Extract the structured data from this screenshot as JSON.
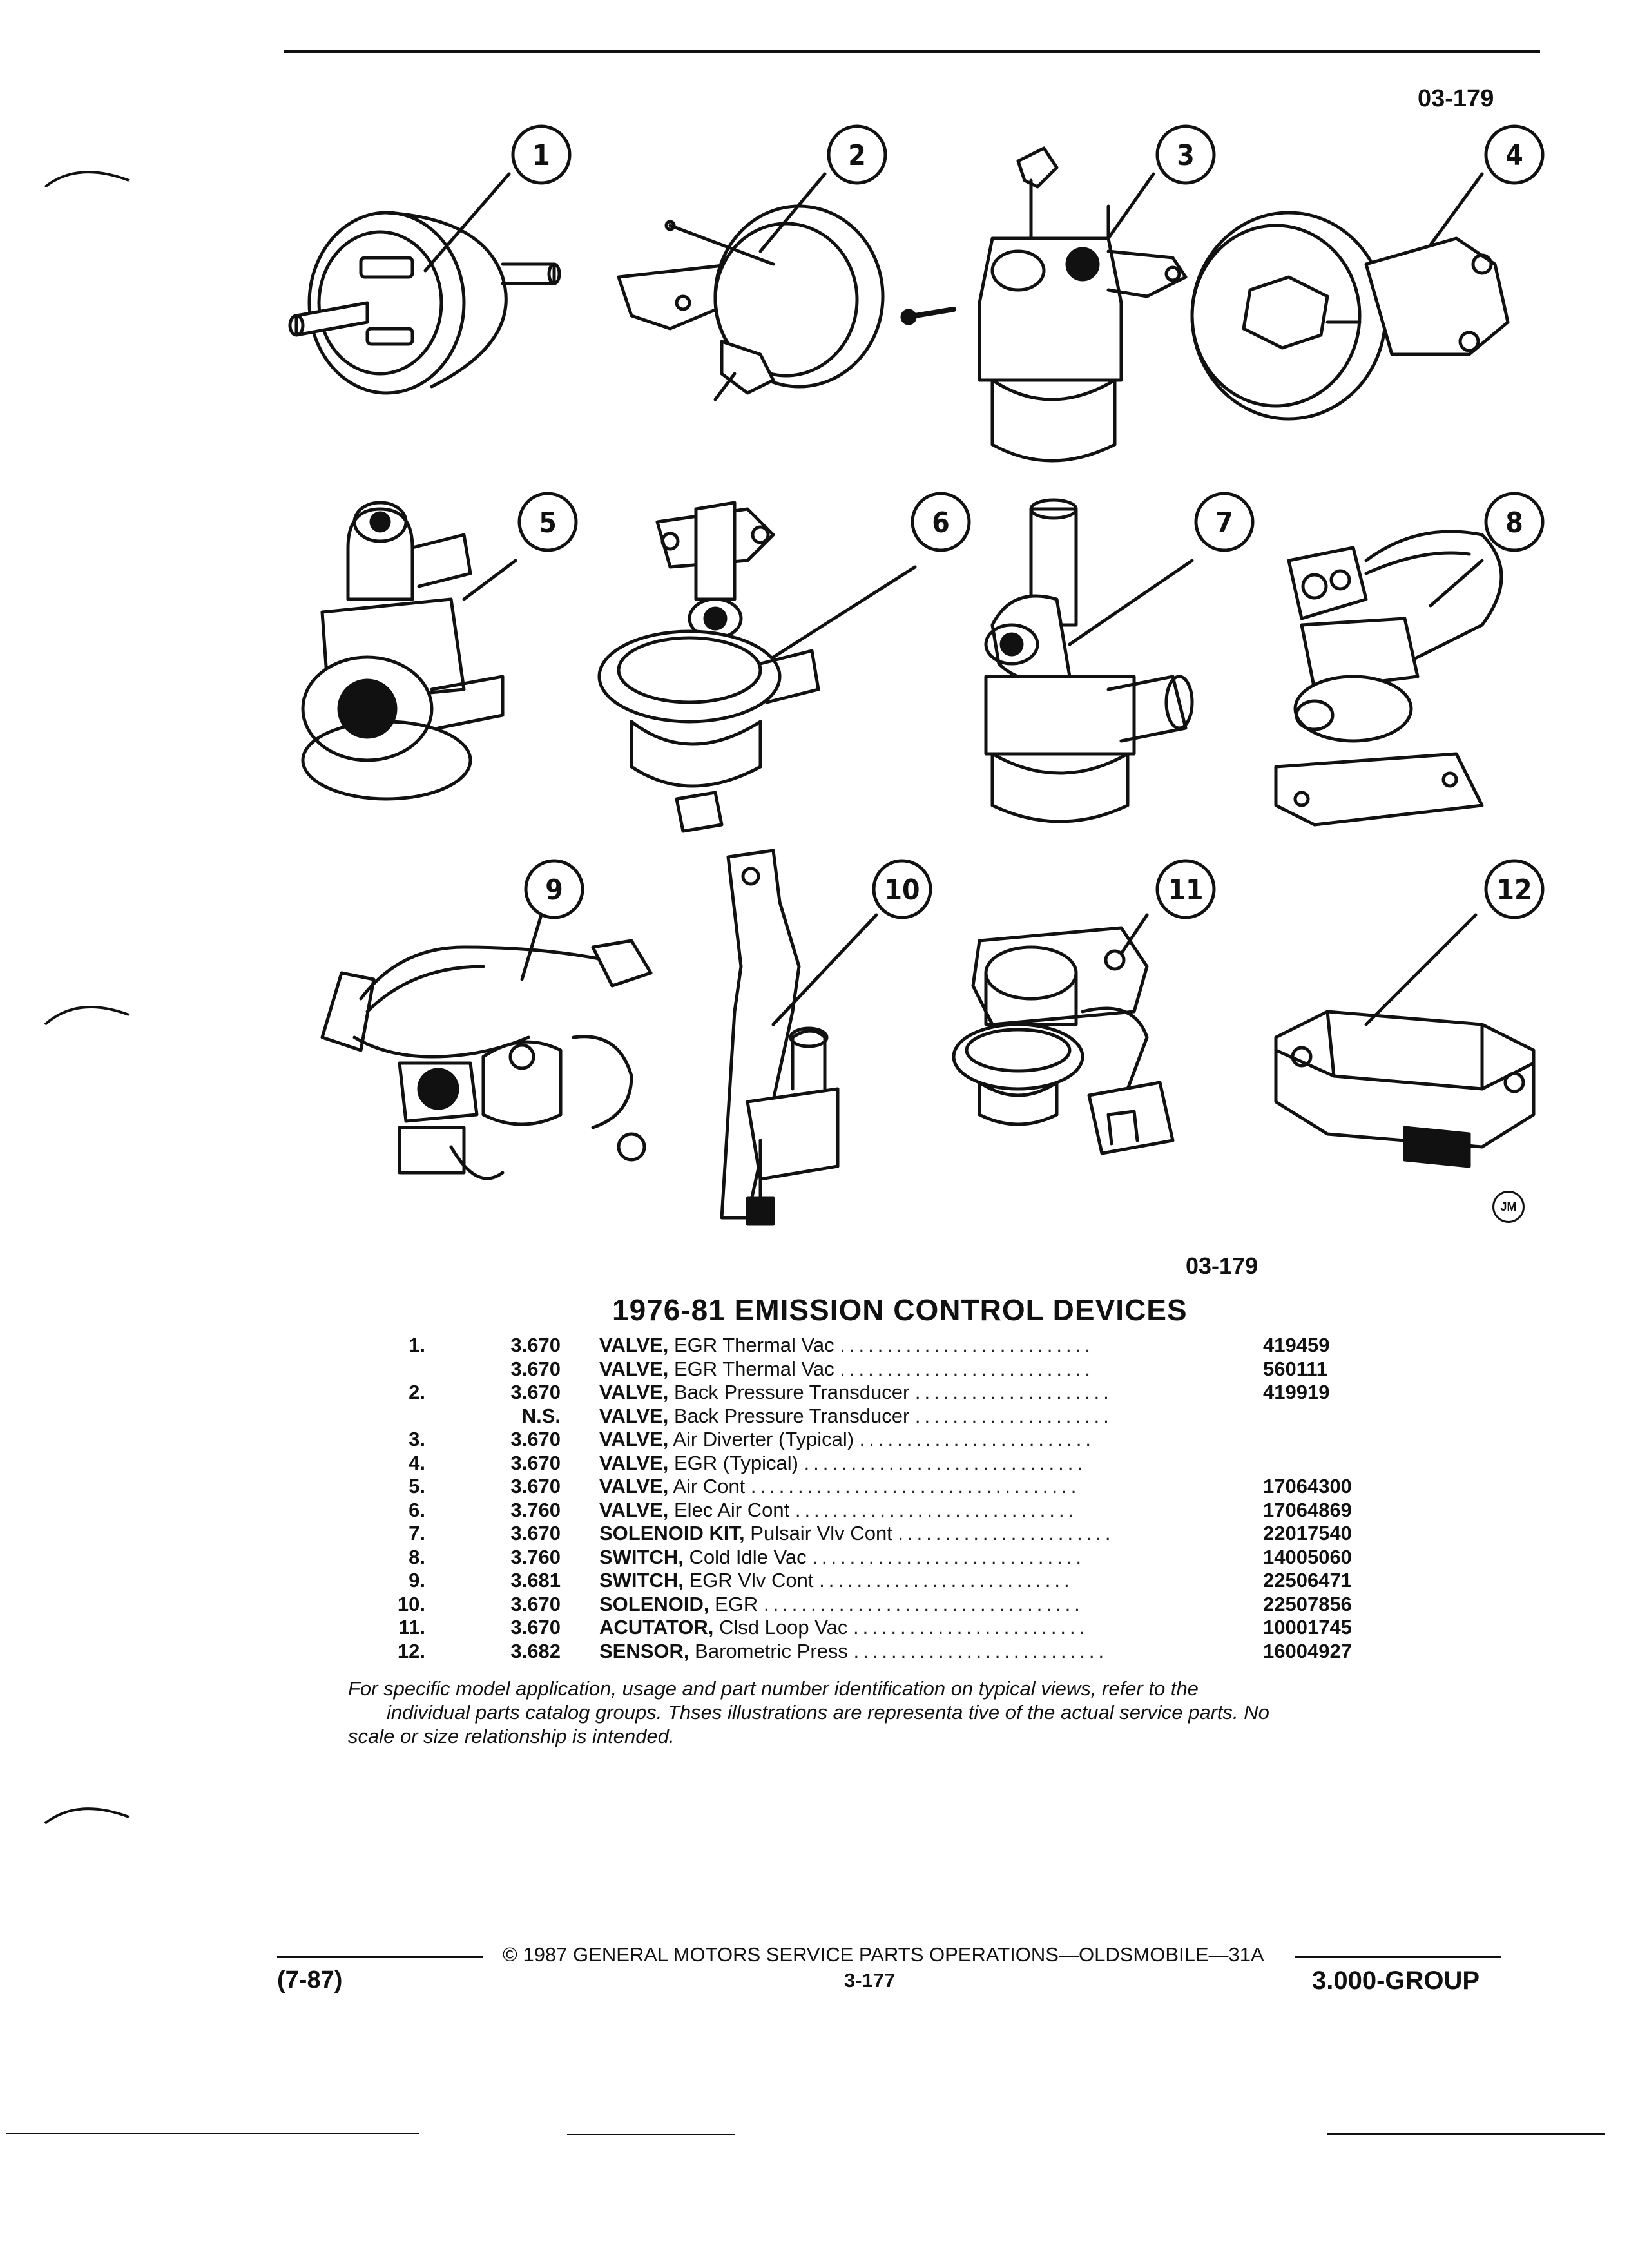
{
  "header": {
    "figure_code": "03-179"
  },
  "figure": {
    "figure_code": "03-179",
    "logo_text": "JM",
    "callouts": [
      "1",
      "2",
      "3",
      "4",
      "5",
      "6",
      "7",
      "8",
      "9",
      "10",
      "11",
      "12"
    ]
  },
  "section": {
    "title": "1976-81 EMISSION CONTROL DEVICES"
  },
  "parts": [
    {
      "num": "1.",
      "group": "3.670",
      "name": "VALVE,",
      "desc": "EGR Thermal Vac",
      "part": "419459"
    },
    {
      "num": "",
      "group": "3.670",
      "name": "VALVE,",
      "desc": "EGR Thermal Vac",
      "part": "560111"
    },
    {
      "num": "2.",
      "group": "3.670",
      "name": "VALVE,",
      "desc": "Back Pressure Transducer",
      "part": "419919"
    },
    {
      "num": "",
      "group": "N.S.",
      "name": "VALVE,",
      "desc": "Back Pressure Transducer",
      "part": ""
    },
    {
      "num": "3.",
      "group": "3.670",
      "name": "VALVE,",
      "desc": "Air Diverter (Typical)",
      "part": ""
    },
    {
      "num": "4.",
      "group": "3.670",
      "name": "VALVE,",
      "desc": "EGR (Typical)",
      "part": ""
    },
    {
      "num": "5.",
      "group": "3.670",
      "name": "VALVE,",
      "desc": "Air Cont",
      "part": "17064300"
    },
    {
      "num": "6.",
      "group": "3.760",
      "name": "VALVE,",
      "desc": "Elec Air Cont",
      "part": "17064869"
    },
    {
      "num": "7.",
      "group": "3.670",
      "name": "SOLENOID KIT,",
      "desc": "Pulsair Vlv Cont",
      "part": "22017540"
    },
    {
      "num": "8.",
      "group": "3.760",
      "name": "SWITCH,",
      "desc": "Cold Idle Vac",
      "part": "14005060"
    },
    {
      "num": "9.",
      "group": "3.681",
      "name": "SWITCH,",
      "desc": "EGR Vlv Cont",
      "part": "22506471"
    },
    {
      "num": "10.",
      "group": "3.670",
      "name": "SOLENOID,",
      "desc": "EGR",
      "part": "22507856"
    },
    {
      "num": "11.",
      "group": "3.670",
      "name": "ACUTATOR,",
      "desc": "Clsd Loop Vac",
      "part": "10001745"
    },
    {
      "num": "12.",
      "group": "3.682",
      "name": "SENSOR,",
      "desc": "Barometric Press",
      "part": "16004927"
    }
  ],
  "footnote": {
    "line1": "For specific model application, usage and part number identification on typical views, refer to the",
    "line2": "individual parts catalog groups. Thses illustrations are representa tive of the actual service parts. No",
    "line3": "scale or size relationship is intended."
  },
  "footer": {
    "copyright": "© 1987 GENERAL MOTORS SERVICE PARTS OPERATIONS—OLDSMOBILE—31A",
    "page": "3-177",
    "date_code": "(7-87)",
    "group": "3.000-GROUP"
  }
}
